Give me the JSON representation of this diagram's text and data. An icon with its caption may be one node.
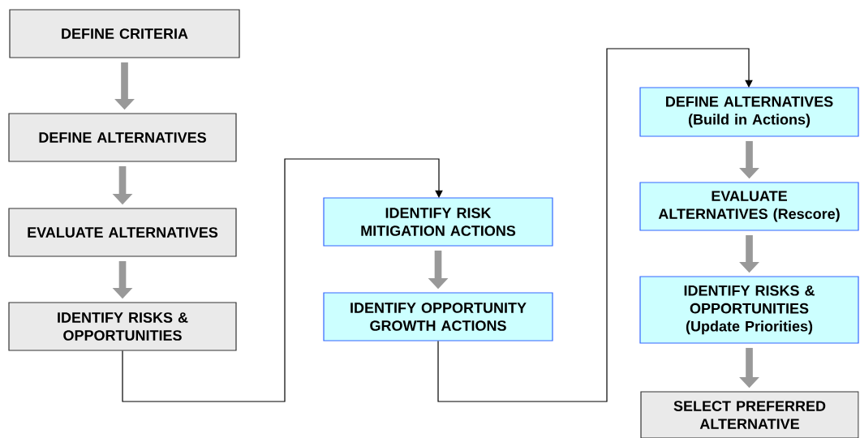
{
  "diagram": {
    "nodes": [
      {
        "text": [
          "DEFINE CRITERIA"
        ]
      },
      {
        "text": [
          "DEFINE ALTERNATIVES"
        ]
      },
      {
        "text": [
          "EVALUATE ALTERNATIVES"
        ]
      },
      {
        "text": [
          "IDENTIFY RISKS & OPPORTUNITIES"
        ]
      },
      {
        "text": [
          "IDENTIFY RISK MITIGATION ACTIONS"
        ]
      },
      {
        "text": [
          "IDENTIFY OPPORTUNITY GROWTH ACTIONS"
        ]
      },
      {
        "text": [
          "DEFINE ALTERNATIVES (Build in Actions)"
        ]
      },
      {
        "text": [
          "EVALUATE ALTERNATIVES (Rescore)"
        ]
      },
      {
        "text": [
          "IDENTIFY RISKS & OPPORTUNITIES (Update Priorities)"
        ]
      },
      {
        "text": [
          "SELECT PREFERRED ALTERNATIVE"
        ]
      }
    ],
    "edges": [
      {
        "from": 0,
        "to": 1,
        "arrow": "to"
      },
      {
        "from": 1,
        "to": 2,
        "arrow": "to"
      },
      {
        "from": 2,
        "to": 3,
        "arrow": "to"
      },
      {
        "from": 3,
        "to": 4,
        "arrow": "to",
        "color": "#000000"
      },
      {
        "from": 4,
        "to": 5,
        "arrow": "to"
      },
      {
        "from": 5,
        "to": 6,
        "arrow": "to",
        "color": "#000000"
      },
      {
        "from": 6,
        "to": 7,
        "arrow": "to"
      },
      {
        "from": 7,
        "to": 8,
        "arrow": "to"
      },
      {
        "from": 8,
        "to": 9,
        "arrow": "to"
      }
    ]
  }
}
